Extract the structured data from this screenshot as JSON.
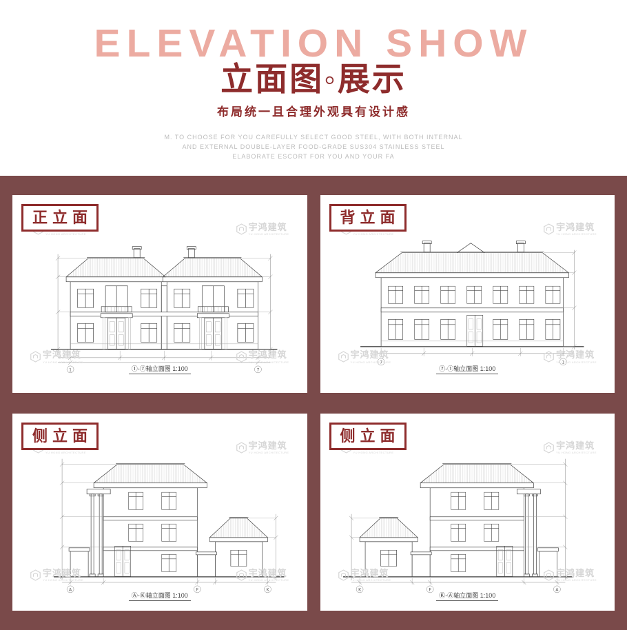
{
  "hero": {
    "bg_text": "ELEVATION SHOW",
    "title": "立面图◦展示",
    "subtitle": "布局统一且合理外观具有设计感",
    "desc_lines": [
      "M. TO CHOOSE FOR YOU CAREFULLY SELECT GOOD STEEL, WITH BOTH INTERNAL",
      "AND EXTERNAL DOUBLE-LAYER FOOD-GRADE SUS304 STAINLESS STEEL",
      "ELABORATE ESCORT FOR YOU AND YOUR FA"
    ]
  },
  "colors": {
    "accent": "#8e2c2c",
    "hero_bg_text": "#ecaba1",
    "section_bg": "#7a4a4a"
  },
  "watermark": {
    "cn": "宇鸿建筑",
    "en": "YU HONG ARCHITECTURE"
  },
  "panels": [
    {
      "label": "正立面",
      "caption": "①-⑦轴立面图 1:100"
    },
    {
      "label": "背立面",
      "caption": "⑦-①轴立面图 1:100"
    },
    {
      "label": "侧立面",
      "caption": "Ⓐ-Ⓚ轴立面图 1:100"
    },
    {
      "label": "侧立面",
      "caption": "Ⓚ-Ⓐ轴立面图 1:100"
    }
  ]
}
